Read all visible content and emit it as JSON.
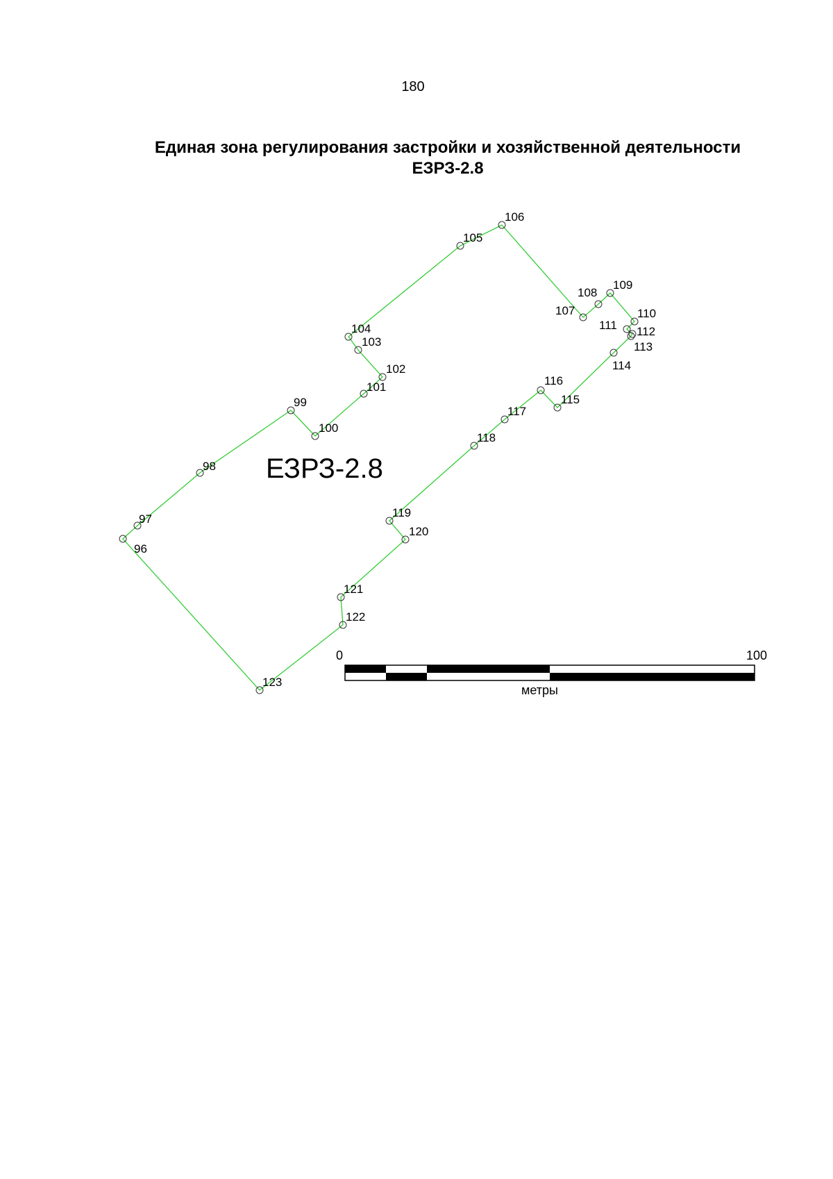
{
  "page": {
    "number": "180"
  },
  "header": {
    "title_line1": "Единая зона регулирования застройки и хозяйственной деятельности",
    "title_line2": "ЕЗРЗ-2.8"
  },
  "map": {
    "zone_label": "ЕЗРЗ-2.8",
    "boundary_color": "#33cc33",
    "points": [
      {
        "id": "96"
      },
      {
        "id": "97"
      },
      {
        "id": "98"
      },
      {
        "id": "99"
      },
      {
        "id": "100"
      },
      {
        "id": "101"
      },
      {
        "id": "102"
      },
      {
        "id": "103"
      },
      {
        "id": "104"
      },
      {
        "id": "105"
      },
      {
        "id": "106"
      },
      {
        "id": "107"
      },
      {
        "id": "108"
      },
      {
        "id": "109"
      },
      {
        "id": "110"
      },
      {
        "id": "111"
      },
      {
        "id": "112"
      },
      {
        "id": "113"
      },
      {
        "id": "114"
      },
      {
        "id": "115"
      },
      {
        "id": "116"
      },
      {
        "id": "117"
      },
      {
        "id": "118"
      },
      {
        "id": "119"
      },
      {
        "id": "120"
      },
      {
        "id": "121"
      },
      {
        "id": "122"
      },
      {
        "id": "123"
      }
    ]
  },
  "scale_bar": {
    "start_label": "0",
    "end_label": "100",
    "unit_label": "метры"
  }
}
